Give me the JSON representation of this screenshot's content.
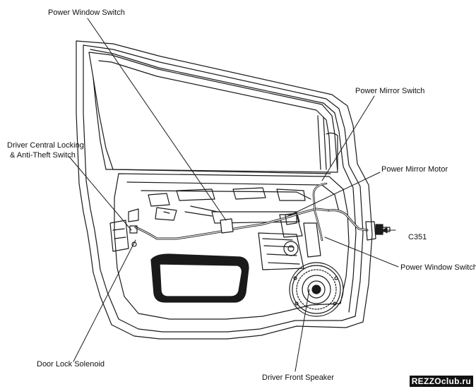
{
  "labels": {
    "power_window_switch_top": "Power Window Switch",
    "power_mirror_switch": "Power Mirror Switch",
    "driver_central_locking_line1": "Driver Central Locking",
    "driver_central_locking_line2": "& Anti-Theft Switch",
    "power_mirror_motor": "Power Mirror Motor",
    "c351": "C351",
    "power_window_switch_right": "Power Window Switch",
    "door_lock_solenoid": "Door Lock Solenoid",
    "driver_front_speaker": "Driver Front Speaker"
  },
  "watermark": "REZZOclub.ru",
  "colors": {
    "line": "#1a1a1a",
    "background": "#ffffff"
  }
}
